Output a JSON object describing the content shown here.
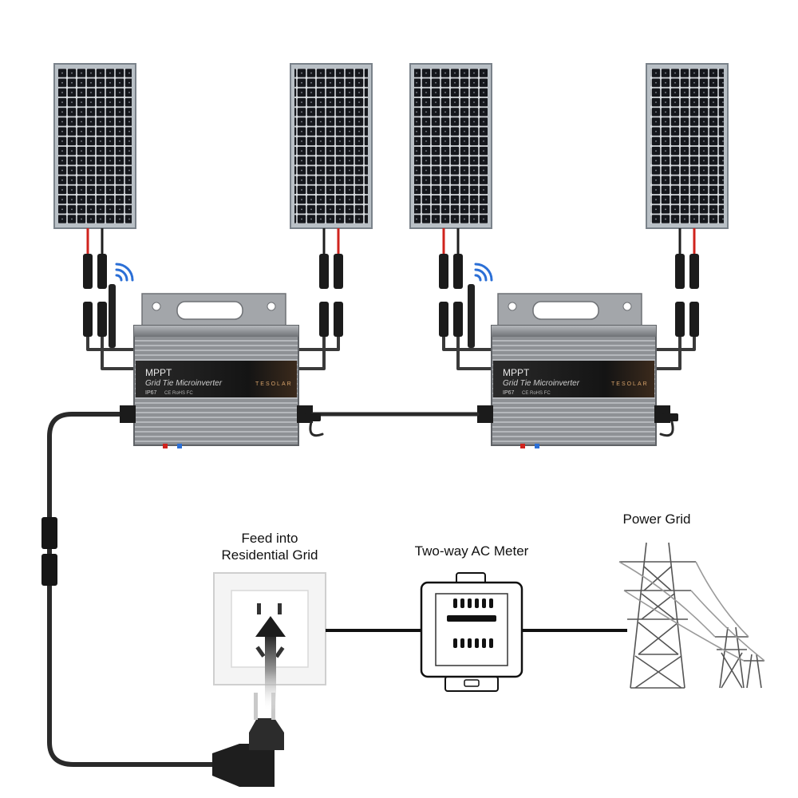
{
  "labels": {
    "power_grid": "Power Grid",
    "feed_line1": "Feed into",
    "feed_line2": "Residential Grid",
    "meter": "Two-way AC Meter"
  },
  "inverters": [
    {
      "line1": "MPPT",
      "line2": "Grid Tie Microinverter",
      "brand": "TESOLAR",
      "rating": "IP67",
      "marks": "CE  RoHS  FC"
    },
    {
      "line1": "MPPT",
      "line2": "Grid Tie Microinverter",
      "brand": "TESOLAR",
      "rating": "IP67",
      "marks": "CE  RoHS  FC"
    }
  ],
  "colors": {
    "panel_frame": "#9aa3ab",
    "panel_cell": "#15171c",
    "inverter_body": "#8c8f93",
    "inverter_label": "#1a1a1a",
    "wire_black": "#1e1e1e",
    "wire_red": "#d0231d",
    "wifi_blue": "#2b6fd6",
    "arrow": "#222222"
  },
  "icons": [
    "wifi-icon",
    "socket-icon",
    "plug-icon",
    "meter-icon",
    "pylon-icon"
  ]
}
